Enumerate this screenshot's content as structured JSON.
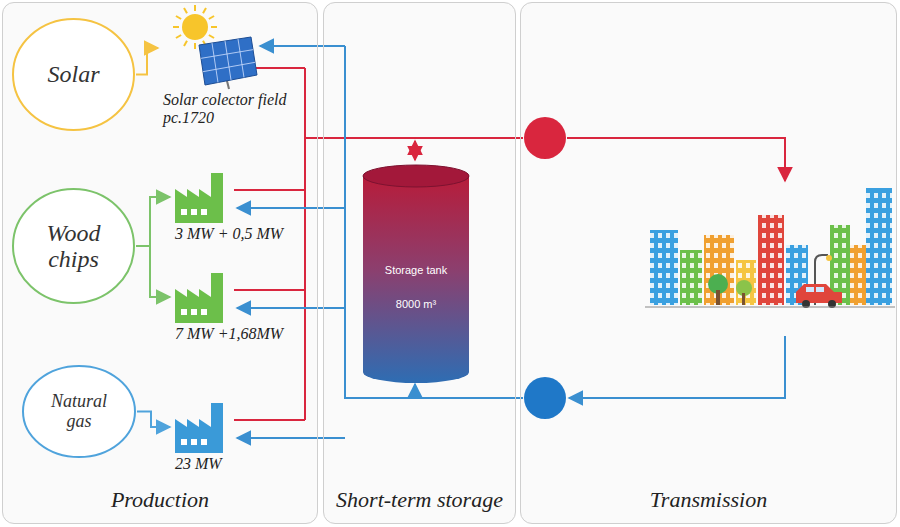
{
  "diagram": {
    "nodes": [
      {
        "text": [
          "Production"
        ]
      },
      {
        "text": [
          "Solar"
        ],
        "in": 0
      },
      {
        "text": [
          "Solar colector field pc.1720"
        ],
        "in": 0
      },
      {
        "text": [
          "Wood chips"
        ],
        "in": 0
      },
      {
        "text": [
          "3 MW + 0,5 MW"
        ],
        "in": 0
      },
      {
        "text": [
          "7 MW +1,68MW"
        ],
        "in": 0
      },
      {
        "text": [
          "Natural gas"
        ],
        "in": 0
      },
      {
        "text": [
          "23 MW"
        ],
        "in": 0
      },
      {
        "text": [
          "Short-term storage"
        ]
      },
      {
        "text": [
          "Storage tank",
          "8000 m³"
        ],
        "in": 8
      },
      {
        "text": [
          "Transmission"
        ]
      }
    ],
    "edges": [
      {
        "from": 1,
        "to": 2,
        "arrow": "to"
      },
      {
        "from": 3,
        "to": 4,
        "arrow": "to"
      },
      {
        "from": 3,
        "to": 5,
        "arrow": "to"
      },
      {
        "from": 6,
        "to": 7,
        "arrow": "to"
      }
    ]
  }
}
